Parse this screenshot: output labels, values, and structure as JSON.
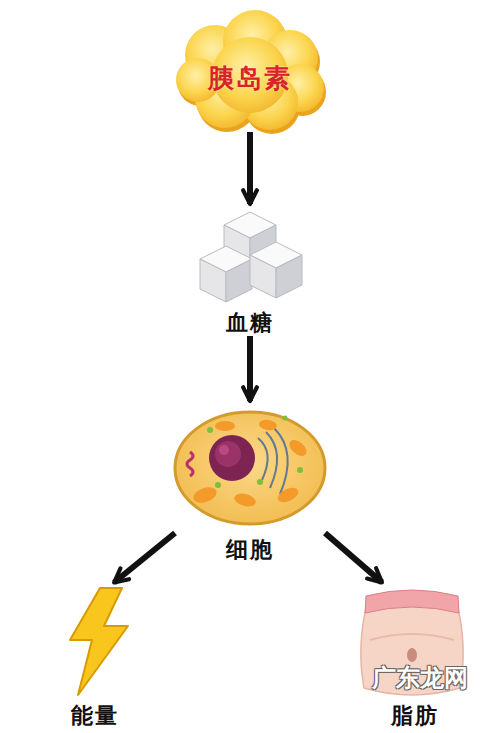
{
  "diagram": {
    "nodes": [
      {
        "text": [
          "胰岛素"
        ]
      },
      {
        "text": [
          "血糖"
        ]
      },
      {
        "text": [
          "细胞"
        ]
      },
      {
        "text": [
          "能量"
        ]
      },
      {
        "text": [
          "脂肪"
        ]
      }
    ],
    "edges": [
      {
        "from": 0,
        "to": 1,
        "arrow": "to"
      },
      {
        "from": 1,
        "to": 2,
        "arrow": "to"
      },
      {
        "from": 2,
        "to": 3,
        "arrow": "to"
      },
      {
        "from": 2,
        "to": 4,
        "arrow": "to"
      }
    ],
    "labels": [
      "广东龙网"
    ]
  }
}
